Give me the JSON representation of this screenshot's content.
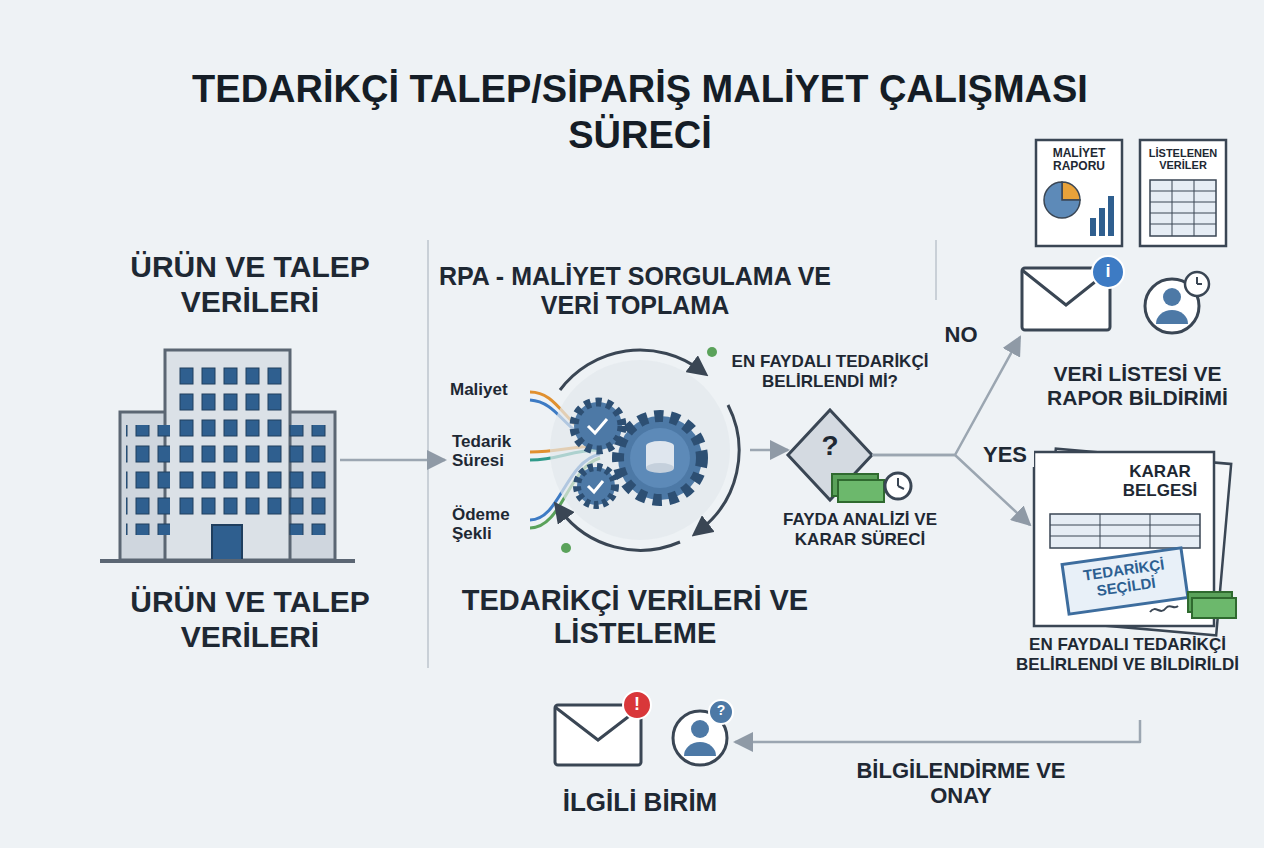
{
  "diagram": {
    "title": "TEDARİKÇİ TALEP/SİPARİŞ MALİYET ÇALIŞMASI SÜRECİ",
    "nodes": [
      {
        "text": [
          "ÜRÜN VE TALEP VERİLERİ",
          "ÜRÜN VE TALEP VERİLERİ"
        ]
      },
      {
        "text": [
          "RPA - MALİYET SORGULAMA VE VERİ TOPLAMA",
          "TEDARİKÇİ VERİLERİ VE LİSTELEME"
        ]
      },
      {
        "text": [
          "EN FAYDALI TEDARİKÇİ BELİRLENDİ Mİ?",
          "FAYDA ANALİZİ VE KARAR SÜRECİ"
        ]
      },
      {
        "text": [
          "VERİ LİSTESİ VE RAPOR BİLDİRİMİ"
        ]
      },
      {
        "text": [
          "EN FAYDALI TEDARİKÇİ BELİRLENDİ VE BİLDİRİLDİ"
        ]
      },
      {
        "text": [
          "İLGİLİ BİRİM"
        ]
      }
    ],
    "edges": [
      {
        "from": 0,
        "to": 1,
        "arrow": "to"
      },
      {
        "from": 1,
        "to": 2,
        "arrow": "to"
      },
      {
        "from": 2,
        "to": 3,
        "label": "NO",
        "arrow": "to"
      },
      {
        "from": 2,
        "to": 4,
        "label": "YES",
        "arrow": "to"
      },
      {
        "from": 4,
        "to": 5,
        "label": "BİLGİLENDİRME VE ONAY",
        "arrow": "to"
      }
    ],
    "labels": [
      "Maliyet",
      "Tedarik Süresi",
      "Ödeme Şekli",
      "MALİYET RAPORU",
      "LİSTELENEN VERİLER",
      "KARAR BELGESİ",
      "TEDARİKÇİ SEÇİLDİ",
      "?",
      "i",
      "!",
      "?"
    ]
  }
}
